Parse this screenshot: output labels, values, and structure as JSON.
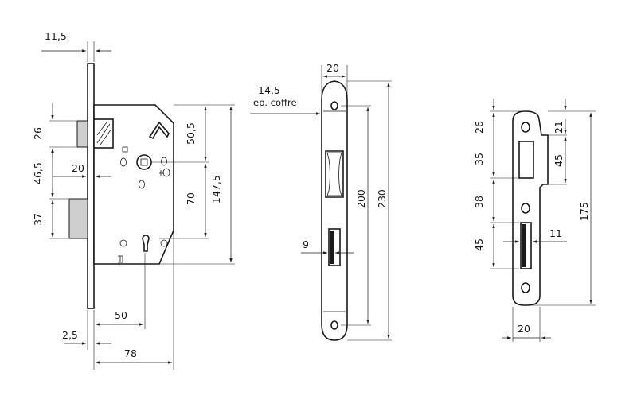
{
  "lock_body": {
    "width_11_5": "11,5",
    "latch_height": "26",
    "latch_gap": "46,5",
    "bolt_height": "37",
    "latch_depth": "20",
    "spindle_offset": "50,5",
    "spindle_to_key": "70",
    "case_height": "147,5",
    "backset": "50",
    "faceplate_thickness": "2,5",
    "case_depth": "78"
  },
  "faceplate": {
    "width": "20",
    "case_width_value": "14,5",
    "case_width_label": "ep. coffre",
    "hole_spacing": "200",
    "total_height": "230",
    "lip": "9"
  },
  "strike": {
    "top_offset": "26",
    "top_notch": "21",
    "latch_slot": "35",
    "latch_slot_inner": "45",
    "gap": "38",
    "bolt_slot": "45",
    "slot_width": "11",
    "height": "175",
    "width": "20"
  }
}
